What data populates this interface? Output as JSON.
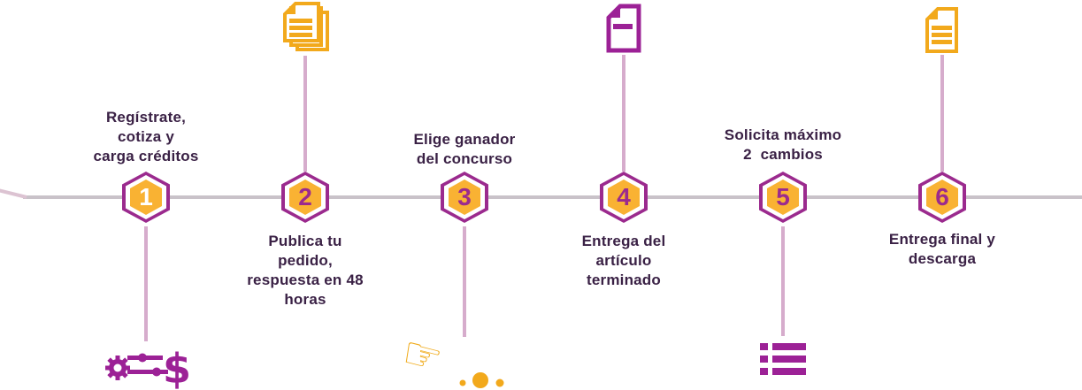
{
  "colors": {
    "purple_icon": "#9c2196",
    "hex_border": "#9b2a8e",
    "hex_fill": "#f9b233",
    "yellow_icon": "#f2a91c",
    "text": "#3a2145",
    "timeline_line": "#c9c2c9",
    "connector_line": "#d6accc",
    "step1_number": "#ffffff"
  },
  "steps": [
    {
      "number": "1",
      "label": "Regístrate,\ncotiza y\ncarga créditos",
      "label_position": "above",
      "icon": "gear-dollar-icon",
      "icon_position": "below",
      "number_style": "color:#ffffff"
    },
    {
      "number": "2",
      "label": "Publica tu\npedido,\nrespuesta en 48\nhoras",
      "label_position": "below",
      "icon": "documents-stack-icon",
      "icon_position": "above",
      "number_style": "color:#9b2a8e"
    },
    {
      "number": "3",
      "label": "Elige ganador\ndel concurso",
      "label_position": "above",
      "icon": "pointer-hand-icon",
      "icon_position": "below",
      "number_style": "color:#9b2a8e"
    },
    {
      "number": "4",
      "label": "Entrega del\nartículo\nterminado",
      "label_position": "below",
      "icon": "document-icon",
      "icon_position": "above",
      "number_style": "color:#9b2a8e"
    },
    {
      "number": "5",
      "label": "Solicita máximo\n2  cambios",
      "label_position": "above",
      "icon": "list-icon",
      "icon_position": "below",
      "number_style": "color:#9b2a8e"
    },
    {
      "number": "6",
      "label": "Entrega final y\ndescarga",
      "label_position": "below",
      "icon": "document-lines-icon",
      "icon_position": "above",
      "number_style": "color:#9b2a8e"
    }
  ]
}
